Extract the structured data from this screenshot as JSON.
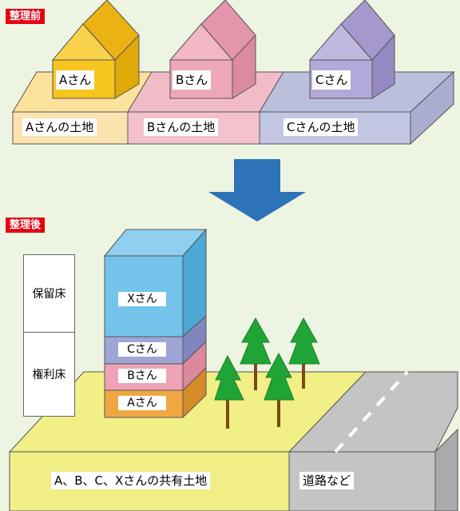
{
  "before": {
    "tag": "整理前",
    "houses": [
      "Aさん",
      "Bさん",
      "Cさん"
    ],
    "lands": [
      "Aさんの土地",
      "Bさんの土地",
      "Cさんの土地"
    ],
    "colors": {
      "a_land": "#fde29c",
      "a_land_front": "#fbe3b0",
      "b_land": "#f1bcc8",
      "b_land_front": "#f3c2cc",
      "c_land": "#b9bfdc",
      "c_land_front": "#c3c6e2",
      "a_house": "#f7c61e",
      "b_house": "#eea7b9",
      "c_house": "#b3a9d8"
    }
  },
  "arrow_color": "#2d73b7",
  "after": {
    "tag": "整理後",
    "side_labels": {
      "reserved_floor": "保留床",
      "rights_floor": "権利床"
    },
    "floors": [
      "Xさん",
      "Cさん",
      "Bさん",
      "Aさん"
    ],
    "shared_land": "A、B、C、Xさんの共有土地",
    "road": "道路など",
    "colors": {
      "x_floor": "#73c3ea",
      "c_floor": "#9fa5d4",
      "b_floor": "#f0a3b6",
      "a_floor": "#f0a743",
      "land": "#f1ef86",
      "road": "#c4c4c4",
      "tree": "#21a436",
      "trunk": "#7a4a12"
    }
  }
}
